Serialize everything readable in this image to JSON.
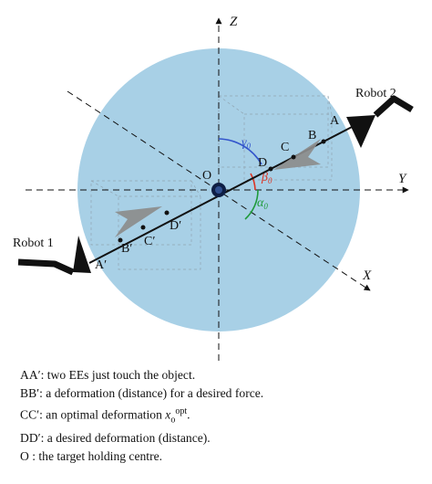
{
  "diagram": {
    "axes": {
      "z": "Z",
      "y": "Y",
      "x": "X"
    },
    "origin": "O",
    "robots": {
      "left": "Robot 1",
      "right": "Robot 2"
    },
    "points_right": {
      "a": "A",
      "b": "B",
      "c": "C",
      "d": "D"
    },
    "points_left": {
      "a": "A′",
      "b": "B′",
      "c": "C′",
      "d": "D′"
    },
    "angles": {
      "gamma": {
        "sym": "γ",
        "sub": "0"
      },
      "beta": {
        "sym": "β",
        "sub": "0"
      },
      "alpha": {
        "sym": "α",
        "sub": "0"
      }
    },
    "colors": {
      "sphere": "#a8d0e6",
      "gamma": "#3355cc",
      "beta": "#dd3322",
      "alpha": "#1e9a3a",
      "robot": "#111111",
      "gripper": "#8c8c8c"
    }
  },
  "legend": {
    "aa": "AA′: two EEs just touch the object.",
    "bb": "BB′: a deformation (distance) for a desired force.",
    "cc_prefix": "CC′: an optimal deformation ",
    "cc_var": "x",
    "cc_sub": "o",
    "cc_sup": "opt",
    "cc_suffix": ".",
    "dd": "DD′: a desired deformation (distance).",
    "o": "O : the target holding centre."
  }
}
